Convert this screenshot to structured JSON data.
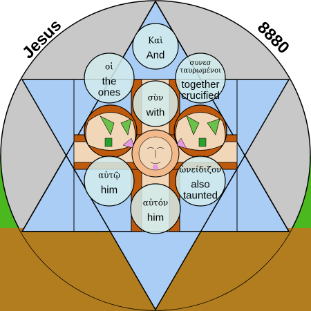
{
  "title": "Jesus",
  "number": "8880",
  "colors": {
    "sky": "#ffffff",
    "grass": "#4cb820",
    "earth": "#b27d1e",
    "disc_gray": "#c8c8c8",
    "star_blue": "#a9cdf4",
    "circle_fill": "#d2ecec",
    "cross_brown": "#bf5a0c",
    "outline": "#000000"
  },
  "circles": [
    {
      "greek": "Καὶ",
      "english": [
        "And"
      ]
    },
    {
      "greek": "οἱ",
      "english": [
        "the",
        "ones"
      ]
    },
    {
      "greek": "συνεσ ταυρωμένοι",
      "english": [
        "together",
        "crucified"
      ]
    },
    {
      "greek": "σὺν",
      "english": [
        "with"
      ]
    },
    {
      "greek": "αὐτῷ",
      "english": [
        "him"
      ]
    },
    {
      "greek": "ὠνείδιζον",
      "english": [
        "also",
        "taunted"
      ]
    },
    {
      "greek": "αὐτόν",
      "english": [
        "him"
      ]
    }
  ],
  "icons": [
    "cross-icon",
    "crucified-figure-icon",
    "face-icon"
  ]
}
